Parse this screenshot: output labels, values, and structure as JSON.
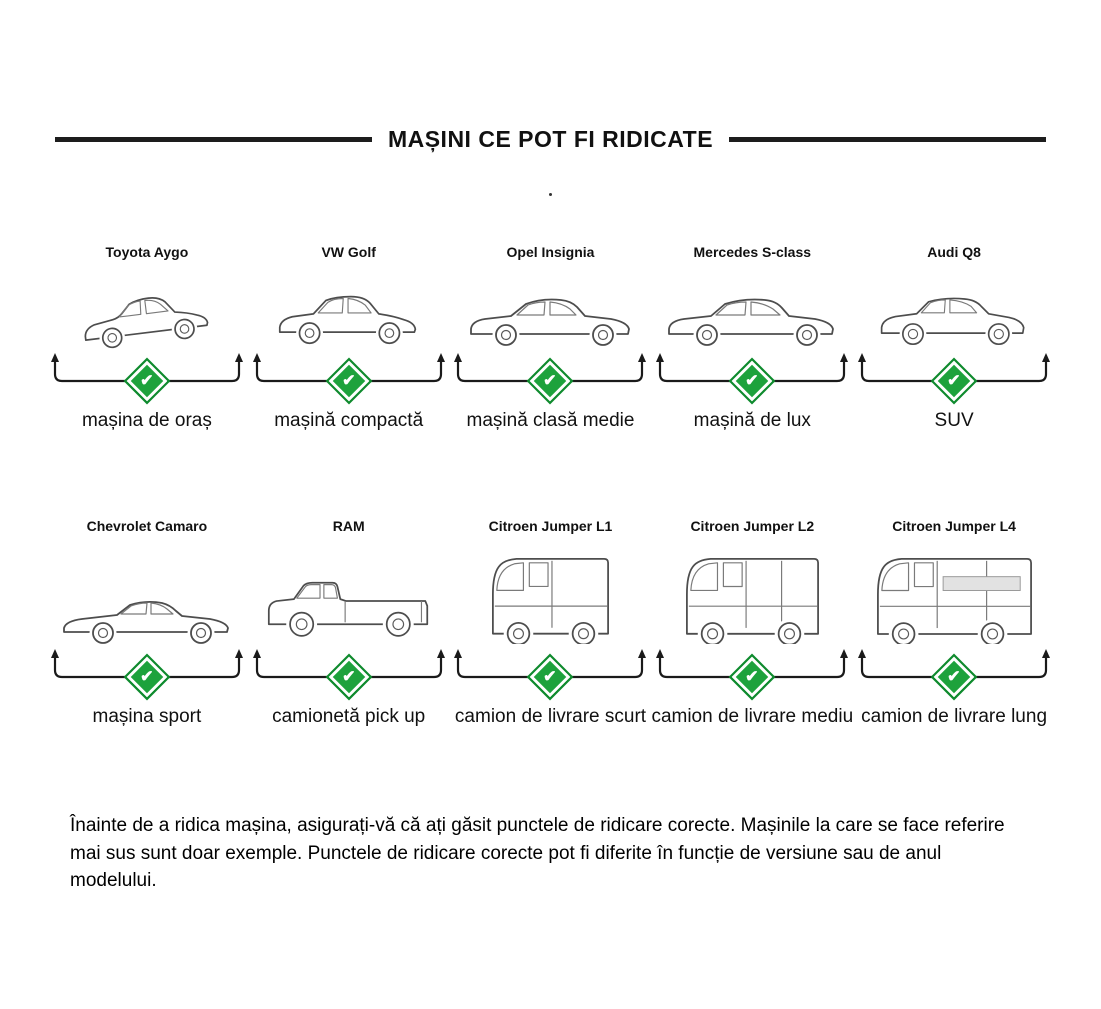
{
  "title": "MAȘINI CE POT FI RIDICATE",
  "check_glyph": "✔",
  "colors": {
    "check_green": "#1da23c",
    "rule_black": "#1d1d1d"
  },
  "rows": [
    {
      "items": [
        {
          "name": "Toyota Aygo",
          "category": "mașina de oraș",
          "icon": "city-car-icon"
        },
        {
          "name": "VW Golf",
          "category": "mașină compactă",
          "icon": "compact-car-icon"
        },
        {
          "name": "Opel Insignia",
          "category": "mașină clasă medie",
          "icon": "midsize-sedan-icon"
        },
        {
          "name": "Mercedes S-class",
          "category": "mașină de lux",
          "icon": "luxury-sedan-icon"
        },
        {
          "name": "Audi Q8",
          "category": "SUV",
          "icon": "suv-icon"
        }
      ]
    },
    {
      "items": [
        {
          "name": "Chevrolet Camaro",
          "category": "mașina sport",
          "icon": "sports-car-icon"
        },
        {
          "name": "RAM",
          "category": "camionetă  pick up",
          "icon": "pickup-truck-icon"
        },
        {
          "name": "Citroen Jumper L1",
          "category": "camion de livrare scurt",
          "icon": "short-van-icon"
        },
        {
          "name": "Citroen Jumper L2",
          "category": "camion de livrare mediu",
          "icon": "medium-van-icon"
        },
        {
          "name": "Citroen Jumper L4",
          "category": "camion de livrare lung",
          "icon": "long-van-icon"
        }
      ]
    }
  ],
  "footer": "Înainte de a ridica mașina, asigurați-vă că ați găsit punctele de ridicare corecte. Mașinile la care se face referire mai sus sunt doar exemple. Punctele de ridicare corecte pot fi diferite în funcție de versiune sau de anul modelului."
}
